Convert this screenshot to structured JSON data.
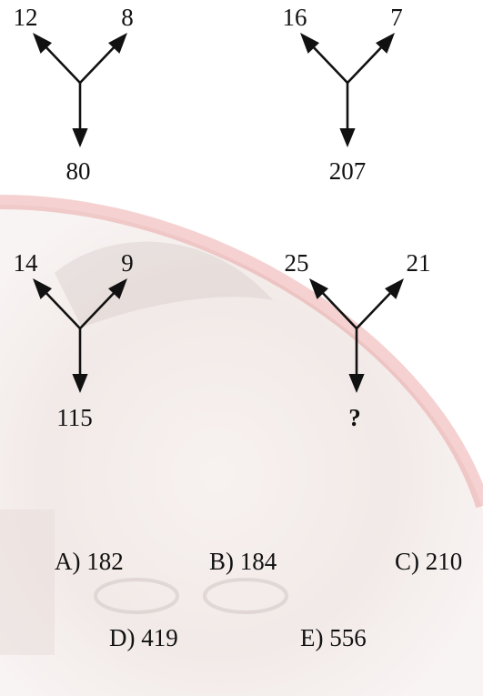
{
  "puzzle": {
    "figures": [
      {
        "left": "12",
        "right": "8",
        "bottom": "80"
      },
      {
        "left": "16",
        "right": "7",
        "bottom": "207"
      },
      {
        "left": "14",
        "right": "9",
        "bottom": "115"
      },
      {
        "left": "25",
        "right": "21",
        "bottom": "?"
      }
    ]
  },
  "options": [
    "A) 182",
    "B) 184",
    "C) 210",
    "D) 419",
    "E) 556"
  ],
  "colors": {
    "ink": "#111111",
    "watermark_arc": "#e27a7a",
    "watermark_face": "#efe6e3"
  }
}
